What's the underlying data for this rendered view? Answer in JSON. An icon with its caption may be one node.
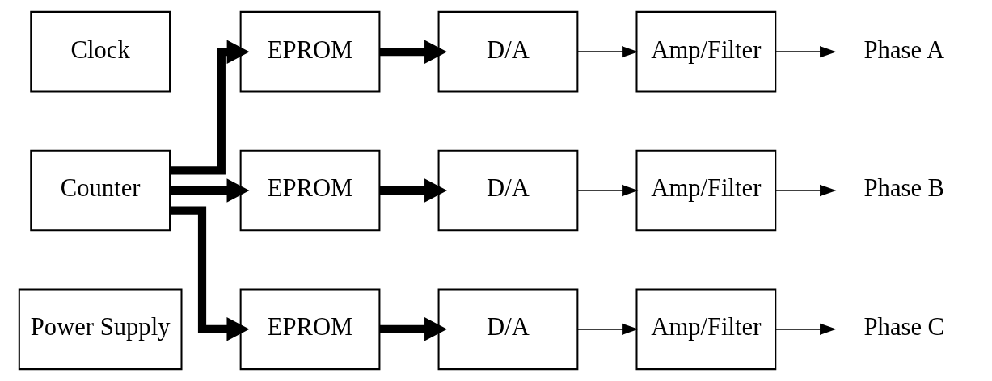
{
  "diagram": {
    "nodes": [
      {
        "text": [
          "Power Supply"
        ]
      },
      {
        "text": [
          "Counter"
        ]
      },
      {
        "text": [
          "Clock"
        ]
      },
      {
        "text": [
          "EPROM"
        ]
      },
      {
        "text": [
          "D/A"
        ]
      },
      {
        "text": [
          "Amp/Filter"
        ]
      },
      {
        "text": [
          "Phase A"
        ]
      },
      {
        "text": [
          "EPROM"
        ]
      },
      {
        "text": [
          "D/A"
        ]
      },
      {
        "text": [
          "Amp/Filter"
        ]
      },
      {
        "text": [
          "Phase B"
        ]
      },
      {
        "text": [
          "EPROM"
        ]
      },
      {
        "text": [
          "D/A"
        ]
      },
      {
        "text": [
          "Amp/Filter"
        ]
      },
      {
        "text": [
          "Phase C"
        ]
      }
    ],
    "edges": [
      {
        "from": 1,
        "to": 3,
        "arrow": "to",
        "style": "thick"
      },
      {
        "from": 1,
        "to": 7,
        "arrow": "to",
        "style": "thick"
      },
      {
        "from": 1,
        "to": 11,
        "arrow": "to",
        "style": "thick"
      },
      {
        "from": 3,
        "to": 4,
        "arrow": "to",
        "style": "thick"
      },
      {
        "from": 4,
        "to": 5,
        "arrow": "to"
      },
      {
        "from": 5,
        "to": 6,
        "arrow": "to"
      },
      {
        "from": 7,
        "to": 8,
        "arrow": "to",
        "style": "thick"
      },
      {
        "from": 8,
        "to": 9,
        "arrow": "to"
      },
      {
        "from": 9,
        "to": 10,
        "arrow": "to"
      },
      {
        "from": 11,
        "to": 12,
        "arrow": "to",
        "style": "thick"
      },
      {
        "from": 12,
        "to": 13,
        "arrow": "to"
      },
      {
        "from": 13,
        "to": 14,
        "arrow": "to"
      }
    ]
  }
}
